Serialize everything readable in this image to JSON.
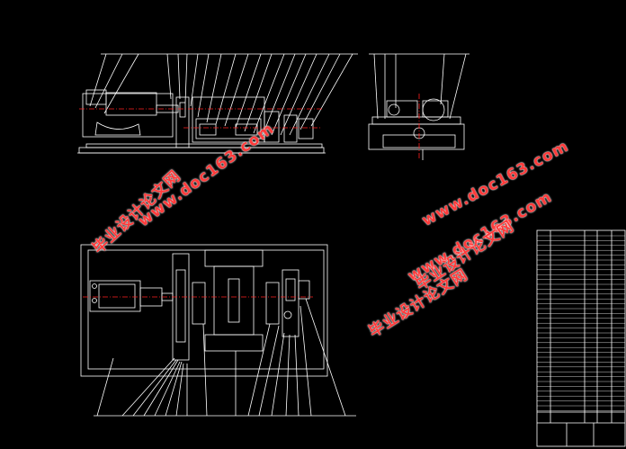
{
  "watermarks": [
    {
      "text": "毕业设计论文网"
    },
    {
      "text": "www.doc163.com"
    },
    {
      "text": "www.doc163.com"
    },
    {
      "text": "毕业设计论文网"
    },
    {
      "text": "www.doc163.com"
    },
    {
      "text": "毕业设计论文网"
    }
  ],
  "colors": {
    "background": "#000000",
    "lines": "#ffffff",
    "centerline": "#ff2020",
    "watermark": "#ff3b3b"
  }
}
